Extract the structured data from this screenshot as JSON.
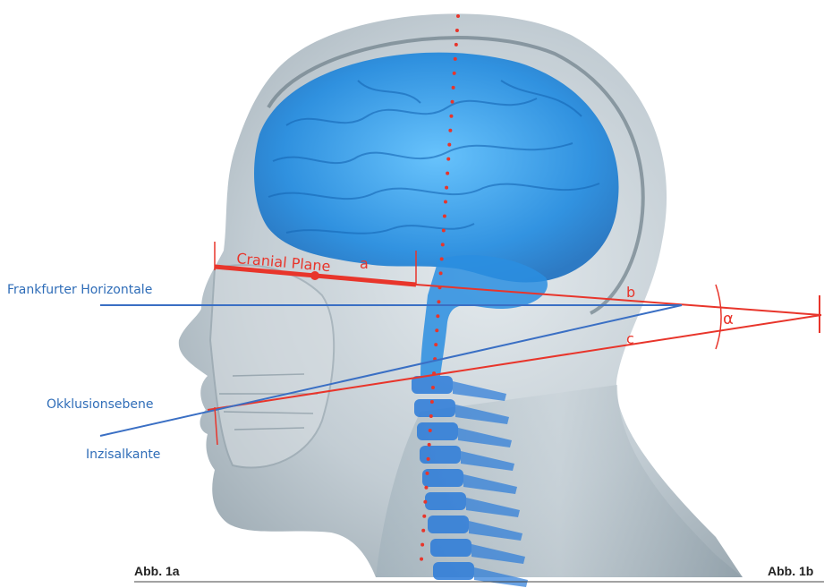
{
  "labels": {
    "frankfurter": "Frankfurter Horizontale",
    "okklusion": "Okklusionsebene",
    "inzisal": "Inzisalkante",
    "cranial_plane": "Cranial Plane",
    "a": "a",
    "b": "b",
    "c": "c",
    "alpha": "α"
  },
  "captions": {
    "fig_a": "Abb. 1a",
    "fig_b": "Abb. 1b"
  },
  "colors": {
    "red": "#e8352b",
    "blue": "#3a6fc4",
    "label_blue": "#2f6db8",
    "head": "#b9c6cf",
    "brain": "#2b8fe0",
    "spine": "#2a7ad8"
  }
}
